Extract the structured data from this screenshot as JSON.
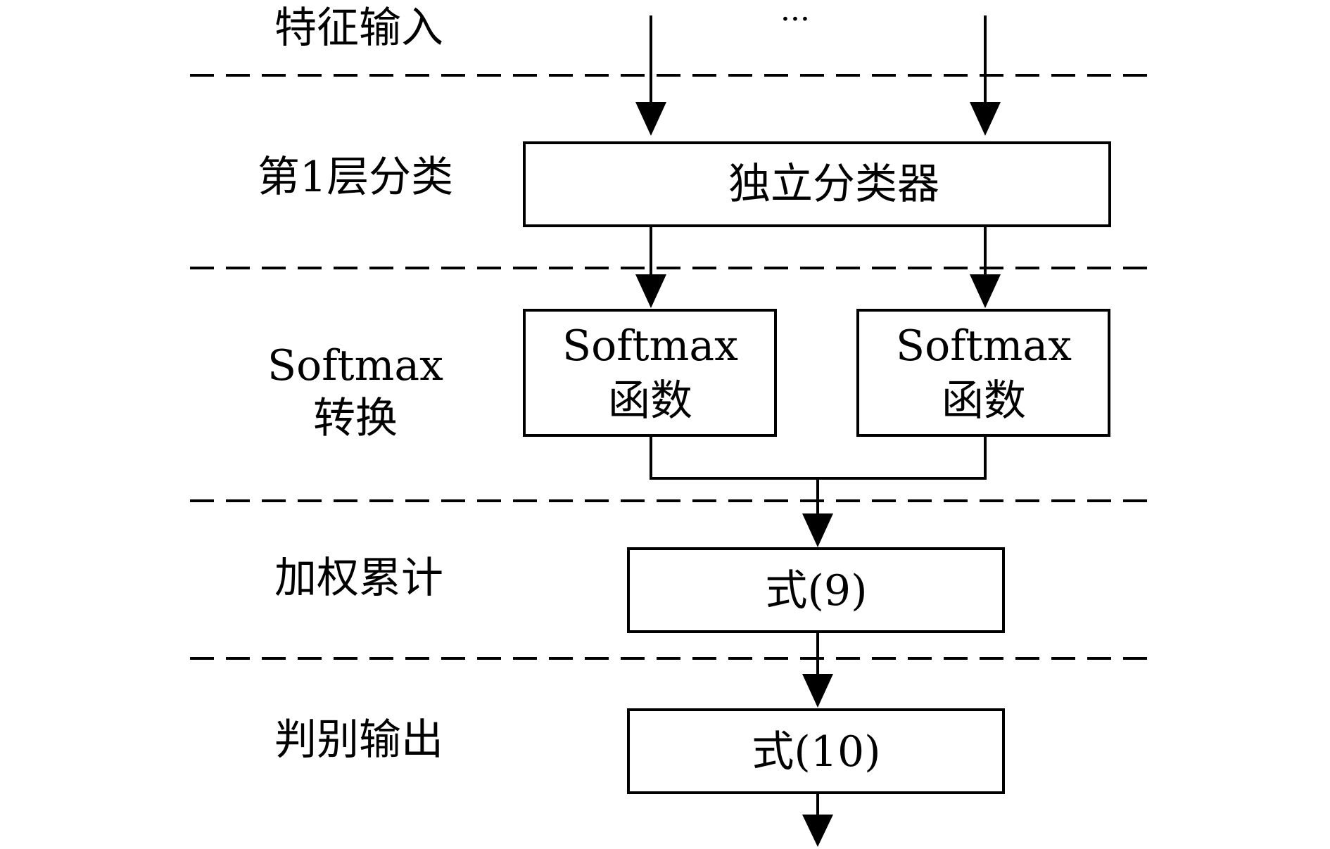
{
  "stages": {
    "feature_input": "特征输入",
    "layer1": "第1层分类",
    "softmax_line1": "Softmax",
    "softmax_line2": "转换",
    "weighted_sum": "加权累计",
    "decision_output": "判别输出"
  },
  "nodes": {
    "ellipsis": "···",
    "independent_classifier": "独立分类器",
    "softmax_left_line1": "Softmax",
    "softmax_left_line2": "函数",
    "softmax_right_line1": "Softmax",
    "softmax_right_line2": "函数",
    "eq9": "式(9)",
    "eq10": "式(10)"
  },
  "colors": {
    "stroke": "#000000",
    "background": "#ffffff"
  }
}
